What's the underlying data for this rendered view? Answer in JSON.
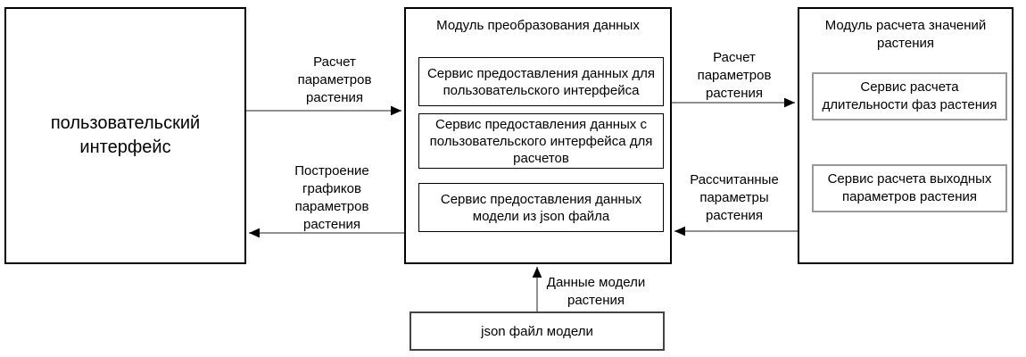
{
  "diagram": {
    "ui_box": {
      "label": "пользовательский интерфейс"
    },
    "transform_module": {
      "title": "Модуль преобразования данных",
      "services": [
        "Сервис предоставления данных для пользовательского интерфейса",
        "Сервис предоставления данных с пользовательского интерфейса для расчетов",
        "Сервис предоставления данных модели из json файла"
      ]
    },
    "calc_module": {
      "title": "Модуль расчета значений растения",
      "services": [
        "Сервис расчета длительности фаз растения",
        "Сервис расчета выходных параметров растения"
      ]
    },
    "json_file_box": {
      "label": "json файл модели"
    },
    "arrows": {
      "ui_to_transform": "Расчет параметров растения",
      "transform_to_ui": "Построение графиков параметров растения",
      "transform_to_calc": "Расчет параметров растения",
      "calc_to_transform": "Рассчитанные параметры растения",
      "json_to_transform": "Данные модели растения"
    }
  }
}
